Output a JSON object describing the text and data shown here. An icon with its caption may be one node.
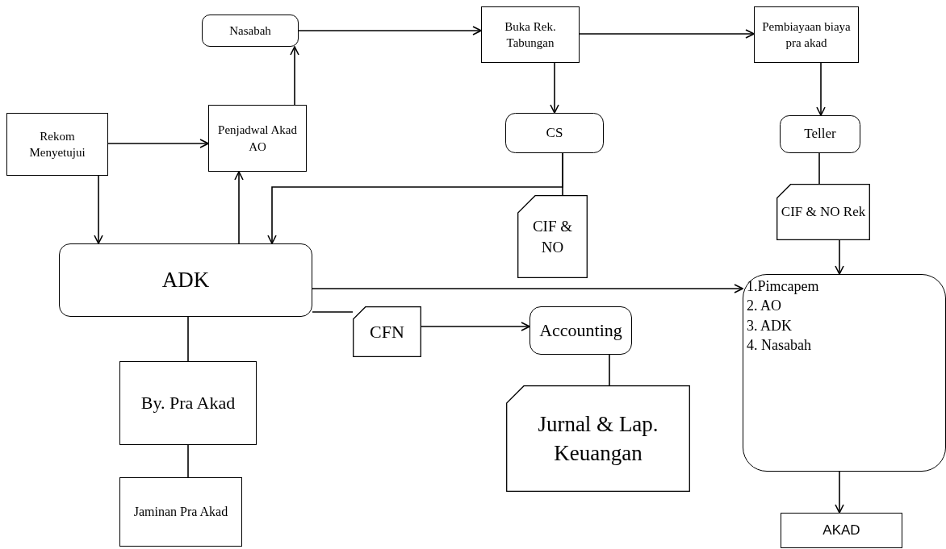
{
  "diagram": {
    "nodes": [
      {
        "text": [
          "Nasabah"
        ]
      },
      {
        "text": [
          "Buka Rek. Tabungan"
        ]
      },
      {
        "text": [
          "Pembiayaan biaya pra akad"
        ]
      },
      {
        "text": [
          "Rekom Menyetujui"
        ]
      },
      {
        "text": [
          "Penjadwal Akad AO"
        ]
      },
      {
        "text": [
          "CS"
        ]
      },
      {
        "text": [
          "Teller"
        ]
      },
      {
        "text": [
          "CIF & NO"
        ]
      },
      {
        "text": [
          "CIF & NO Rek"
        ]
      },
      {
        "text": [
          "ADK"
        ]
      },
      {
        "text": [
          "CFN"
        ]
      },
      {
        "text": [
          "Accounting"
        ]
      },
      {
        "text": [
          "1.Pimcapem",
          "2. AO",
          "3. ADK",
          "4. Nasabah"
        ]
      },
      {
        "text": [
          "By. Pra Akad"
        ]
      },
      {
        "text": [
          "Jurnal & Lap. Keuangan"
        ]
      },
      {
        "text": [
          "Jaminan Pra Akad"
        ]
      },
      {
        "text": [
          "AKAD"
        ]
      }
    ],
    "edges": [
      {
        "from": 0,
        "to": 1,
        "arrow": "to"
      },
      {
        "from": 1,
        "to": 2,
        "arrow": "to"
      },
      {
        "from": 1,
        "to": 5,
        "arrow": "to"
      },
      {
        "from": 2,
        "to": 6,
        "arrow": "to"
      },
      {
        "from": 3,
        "to": 4,
        "arrow": "to"
      },
      {
        "from": 3,
        "to": 9,
        "arrow": "to"
      },
      {
        "from": 4,
        "to": 0,
        "arrow": "to"
      },
      {
        "from": 9,
        "to": 4,
        "arrow": "to"
      },
      {
        "from": 5,
        "to": 7,
        "arrow": "none"
      },
      {
        "from": 5,
        "to": 9,
        "arrow": "to"
      },
      {
        "from": 6,
        "to": 8,
        "arrow": "none"
      },
      {
        "from": 8,
        "to": 12,
        "arrow": "to"
      },
      {
        "from": 9,
        "to": 12,
        "arrow": "to"
      },
      {
        "from": 9,
        "to": 10,
        "arrow": "none"
      },
      {
        "from": 10,
        "to": 11,
        "arrow": "to"
      },
      {
        "from": 11,
        "to": 14,
        "arrow": "none"
      },
      {
        "from": 9,
        "to": 13,
        "arrow": "none"
      },
      {
        "from": 13,
        "to": 15,
        "arrow": "none"
      },
      {
        "from": 12,
        "to": 16,
        "arrow": "to"
      }
    ]
  }
}
